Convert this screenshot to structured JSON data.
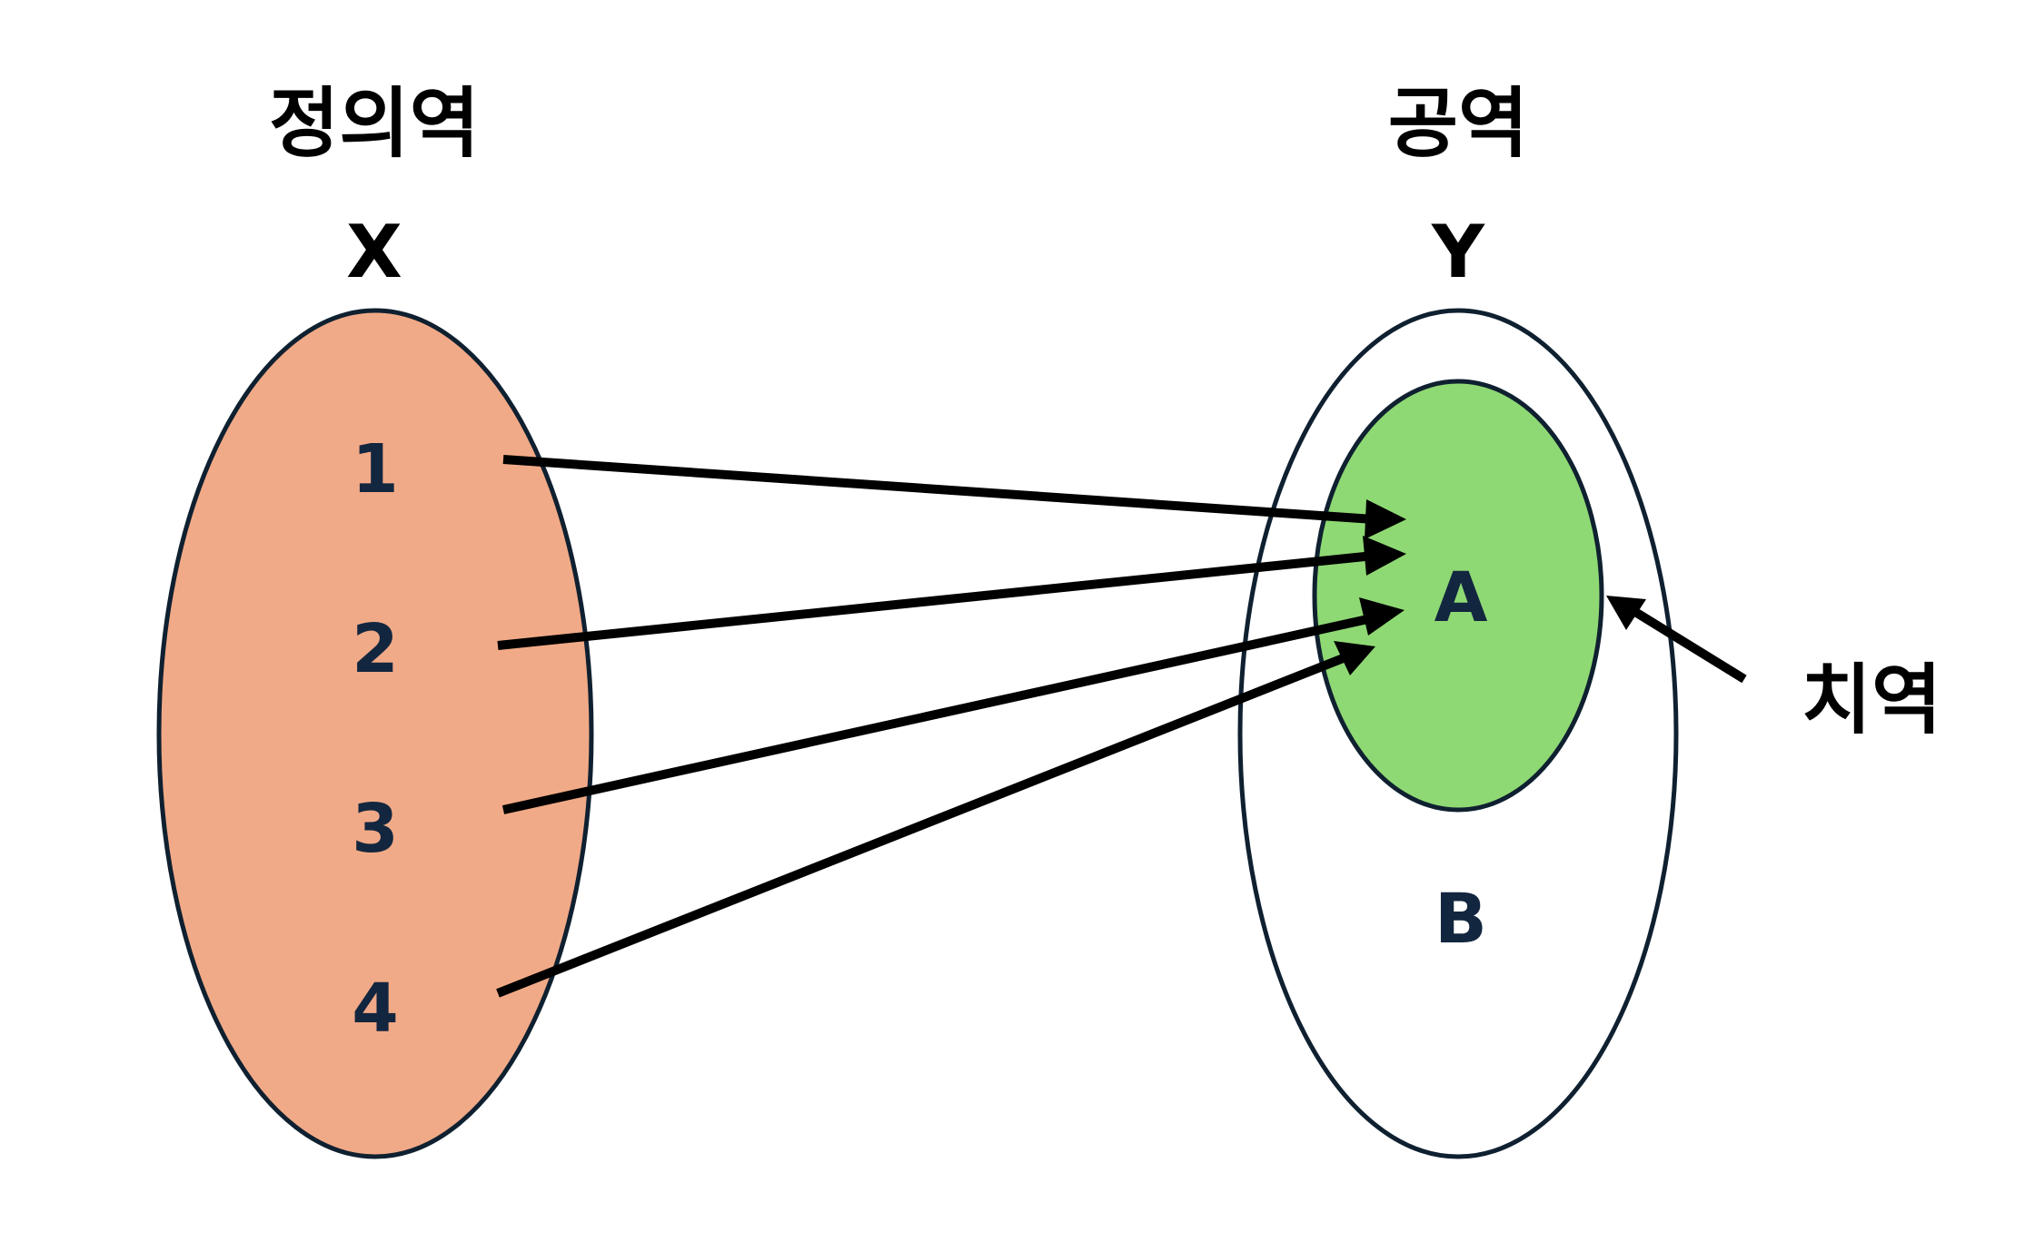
{
  "domain_label": "정의역",
  "codomain_label": "공역",
  "range_label": "치역",
  "domain_set": {
    "name": "X",
    "elements": [
      "1",
      "2",
      "3",
      "4"
    ]
  },
  "codomain_set": {
    "name": "Y",
    "range_name": "A",
    "rest_name": "B"
  },
  "mapping": [
    {
      "from": "1",
      "to": "A"
    },
    {
      "from": "2",
      "to": "A"
    },
    {
      "from": "3",
      "to": "A"
    },
    {
      "from": "4",
      "to": "A"
    }
  ],
  "colors": {
    "domain_fill": "#f1aa87",
    "range_fill": "#8fd974",
    "codomain_fill": "#ffffff",
    "outline": "#0f2030",
    "arrow": "#000000",
    "text": "#13263f"
  }
}
